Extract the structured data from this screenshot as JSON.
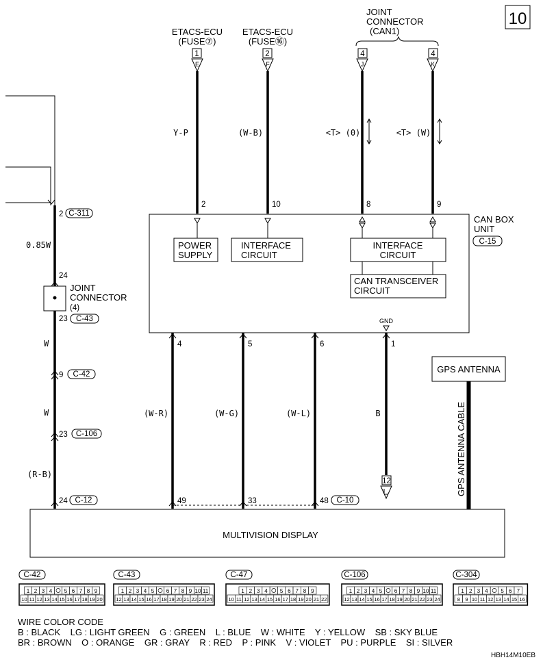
{
  "page_number": "10",
  "sources": [
    {
      "id": "etacs7",
      "title": "ETACS-ECU",
      "sub": "(FUSE⑦)",
      "num": "1",
      "letter": "E"
    },
    {
      "id": "etacs16",
      "title": "ETACS-ECU",
      "sub": "(FUSE⑯)",
      "num": "2",
      "letter": "F"
    },
    {
      "id": "can-j",
      "num": "4",
      "letter": "J"
    },
    {
      "id": "can-k",
      "num": "4",
      "letter": "K"
    }
  ],
  "joint_can1": {
    "line1": "JOINT",
    "line2": "CONNECTOR",
    "line3": "(CAN1)"
  },
  "wire_colors_top": [
    "Y-P",
    "(W-B)",
    "<T> (0)",
    "<T> (W)"
  ],
  "canbox_pins_top": [
    "2",
    "10",
    "8",
    "9"
  ],
  "canbox": {
    "line1": "CAN BOX",
    "line2": "UNIT",
    "conn": "C-15"
  },
  "power_supply": {
    "line1": "POWER",
    "line2": "SUPPLY"
  },
  "interface_left": {
    "line1": "INTERFACE",
    "line2": "CIRCUIT"
  },
  "interface_right": {
    "line1": "INTERFACE",
    "line2": "CIRCUIT"
  },
  "transceiver": {
    "line1": "CAN TRANSCEIVER",
    "line2": "CIRCUIT"
  },
  "gnd": "GND",
  "canbox_pins_bottom": [
    "4",
    "5",
    "6",
    "1"
  ],
  "wire_colors_bottom": [
    "(W-R)",
    "(W-G)",
    "(W-L)",
    "B"
  ],
  "ground_num": "12",
  "gps_antenna": "GPS ANTENNA",
  "gps_cable": "GPS ANTENNA CABLE",
  "left_wire": {
    "top_pin": "2",
    "top_conn": "C-311",
    "color1": "0.85W",
    "jc_pin_top": "24",
    "jc_line1": "JOINT",
    "jc_line2": "CONNECTOR",
    "jc_line3": "(4)",
    "jc_pin_bottom": "23",
    "jc_conn": "C-43",
    "color2": "W",
    "pin_9": "9",
    "conn_42": "C-42",
    "color3": "W",
    "pin_23": "23",
    "conn_106": "C-106",
    "color4": "(R-B)",
    "pin_24": "24",
    "conn_12": "C-12"
  },
  "display_pins": [
    "49",
    "33",
    "48"
  ],
  "display_conn": "C-10",
  "display": "MULTIVISION DISPLAY",
  "connectors": [
    {
      "name": "C-42",
      "top": [
        "1",
        "2",
        "3",
        "4",
        "",
        "5",
        "6",
        "7",
        "8",
        "9"
      ],
      "bottom": [
        "10",
        "11",
        "12",
        "13",
        "14",
        "15",
        "16",
        "17",
        "18",
        "19",
        "20"
      ]
    },
    {
      "name": "C-43",
      "top": [
        "1",
        "2",
        "3",
        "4",
        "5",
        "",
        "6",
        "7",
        "8",
        "9",
        "10",
        "11"
      ],
      "bottom": [
        "12",
        "13",
        "14",
        "15",
        "16",
        "17",
        "18",
        "19",
        "20",
        "21",
        "22",
        "23",
        "24"
      ]
    },
    {
      "name": "C-47",
      "top": [
        "1",
        "2",
        "3",
        "4",
        "",
        "5",
        "6",
        "7",
        "8",
        "9"
      ],
      "bottom": [
        "10",
        "11",
        "12",
        "13",
        "14",
        "15",
        "16",
        "17",
        "18",
        "19",
        "20",
        "21",
        "22"
      ]
    },
    {
      "name": "C-106",
      "top": [
        "1",
        "2",
        "3",
        "4",
        "5",
        "",
        "6",
        "7",
        "8",
        "9",
        "10",
        "11"
      ],
      "bottom": [
        "12",
        "13",
        "14",
        "15",
        "16",
        "17",
        "18",
        "19",
        "20",
        "21",
        "22",
        "23",
        "24"
      ]
    },
    {
      "name": "C-304",
      "top": [
        "1",
        "2",
        "3",
        "4",
        "",
        "5",
        "6",
        "7"
      ],
      "bottom": [
        "8",
        "9",
        "10",
        "11",
        "12",
        "13",
        "14",
        "15",
        "16"
      ]
    }
  ],
  "legend_title": "WIRE COLOR CODE",
  "legend_line1": "B : BLACK    LG : LIGHT GREEN    G : GREEN    L : BLUE    W : WHITE    Y : YELLOW    SB : SKY BLUE",
  "legend_line2": "BR : BROWN    O : ORANGE    GR : GRAY    R : RED    P : PINK    V : VIOLET    PU : PURPLE    SI : SILVER",
  "doc_code": "HBH14M10EB"
}
